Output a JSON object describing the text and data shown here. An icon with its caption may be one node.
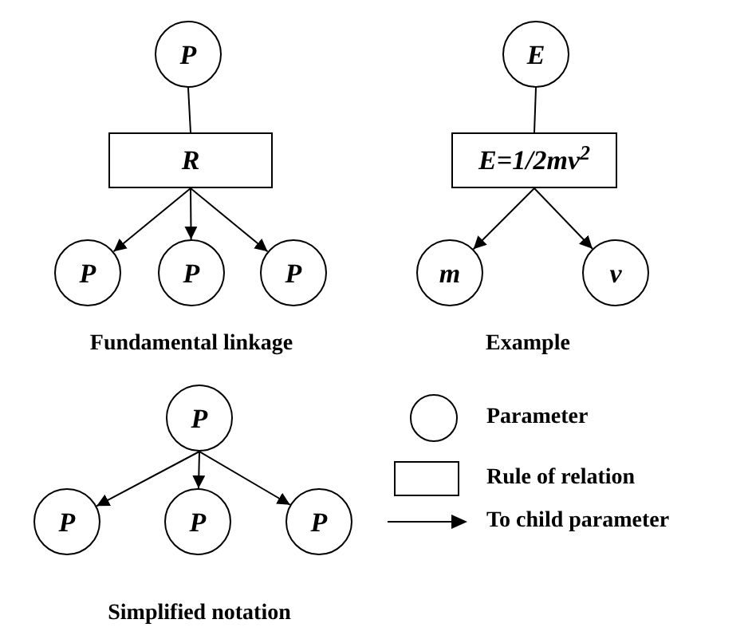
{
  "diagram": {
    "nodes": [
      {
        "text": [
          "P"
        ]
      },
      {
        "text": [
          "R"
        ]
      },
      {
        "text": [
          "P"
        ]
      },
      {
        "text": [
          "P"
        ]
      },
      {
        "text": [
          "P"
        ]
      },
      {
        "text": [
          "E"
        ]
      },
      {
        "text": [
          "E=1/2mv$^{2}$"
        ]
      },
      {
        "text": [
          "m"
        ]
      },
      {
        "text": [
          "v"
        ]
      },
      {
        "text": [
          "P"
        ]
      },
      {
        "text": [
          "P"
        ]
      },
      {
        "text": [
          "P"
        ]
      },
      {
        "text": [
          "P"
        ]
      }
    ],
    "edges": [
      {
        "from": 0,
        "to": 1,
        "arrow": "none"
      },
      {
        "from": 1,
        "to": 2,
        "arrow": "to"
      },
      {
        "from": 1,
        "to": 3,
        "arrow": "to"
      },
      {
        "from": 1,
        "to": 4,
        "arrow": "to"
      },
      {
        "from": 5,
        "to": 6,
        "arrow": "none"
      },
      {
        "from": 6,
        "to": 7,
        "arrow": "to"
      },
      {
        "from": 6,
        "to": 8,
        "arrow": "to"
      },
      {
        "from": 9,
        "to": 10,
        "arrow": "to"
      },
      {
        "from": 9,
        "to": 11,
        "arrow": "to"
      },
      {
        "from": 9,
        "to": 12,
        "arrow": "to"
      }
    ],
    "labels": [
      "Fundamental linkage",
      "Example",
      "Simplified notation"
    ],
    "legend": [
      {
        "text": "Parameter"
      },
      {
        "text": "Rule of relation"
      },
      {
        "text": "To child parameter"
      }
    ]
  }
}
